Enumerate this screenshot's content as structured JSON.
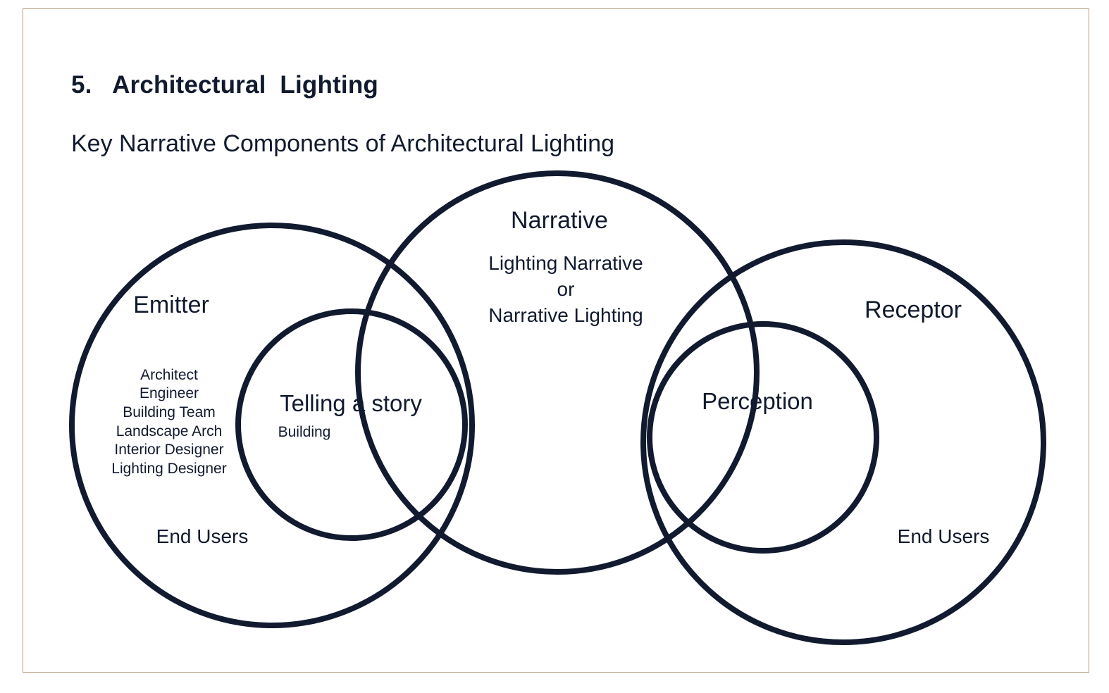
{
  "page": {
    "heading": "5.   Architectural  Lighting",
    "subheading": "Key Narrative Components of Architectural Lighting"
  },
  "diagram": {
    "emitter": {
      "title": "Emitter",
      "members": [
        "Architect",
        "Engineer",
        "Building Team",
        "Landscape Arch",
        "Interior Designer",
        "Lighting Designer"
      ],
      "end_users": "End Users"
    },
    "telling_story": {
      "title": "Telling a story",
      "sub": "Building"
    },
    "narrative": {
      "title": "Narrative",
      "line1": "Lighting Narrative",
      "line2": "or",
      "line3": "Narrative Lighting"
    },
    "perception": {
      "title": "Perception"
    },
    "receptor": {
      "title": "Receptor",
      "end_users": "End Users"
    },
    "stroke_color": "#111a2e"
  }
}
